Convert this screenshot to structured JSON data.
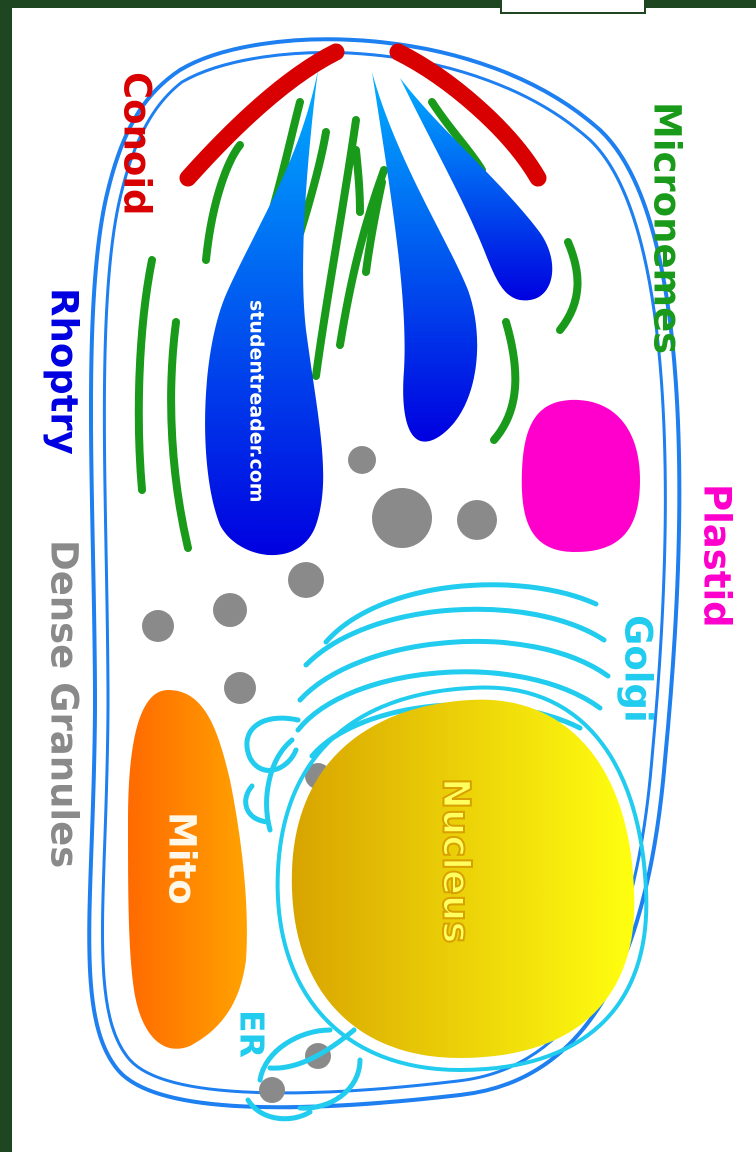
{
  "diagram": {
    "labels": {
      "conoid": "Conoid",
      "micronemes": "Micronemes",
      "rhoptry": "Rhoptry",
      "plastid": "Plastid",
      "dense_granules": "Dense Granules",
      "golgi": "Golgi",
      "nucleus": "Nucleus",
      "mito": "Mito",
      "er": "ER"
    },
    "watermark": "studentreader.com"
  },
  "colors": {
    "background_frame": "#1e4620",
    "membrane": "#1e7ff0",
    "conoid": "#d80000",
    "micronemes": "#1a9a1a",
    "rhoptry_gradient": [
      "#00a0ff",
      "#0000e0"
    ],
    "plastid": "#ff00cc",
    "dense_granules": "#8a8a8a",
    "golgi_er": "#22ccee",
    "nucleus_gradient": [
      "#d8a800",
      "#ffff00"
    ],
    "mito_gradient": [
      "#f07000",
      "#ffa000"
    ]
  }
}
